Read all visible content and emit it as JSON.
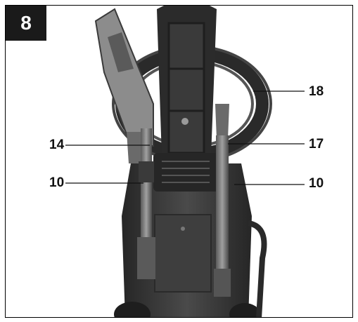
{
  "figure": {
    "number": "8",
    "callouts": [
      {
        "id": "18",
        "label": "18"
      },
      {
        "id": "14",
        "label": "14"
      },
      {
        "id": "17",
        "label": "17"
      },
      {
        "id": "10-left",
        "label": "10"
      },
      {
        "id": "10-right",
        "label": "10"
      }
    ]
  },
  "colors": {
    "badge": "#1a1a1a",
    "body": "#3a3a3a",
    "dark": "#1e1e1e",
    "mid": "#5a5a5a",
    "light": "#8a8a8a"
  }
}
